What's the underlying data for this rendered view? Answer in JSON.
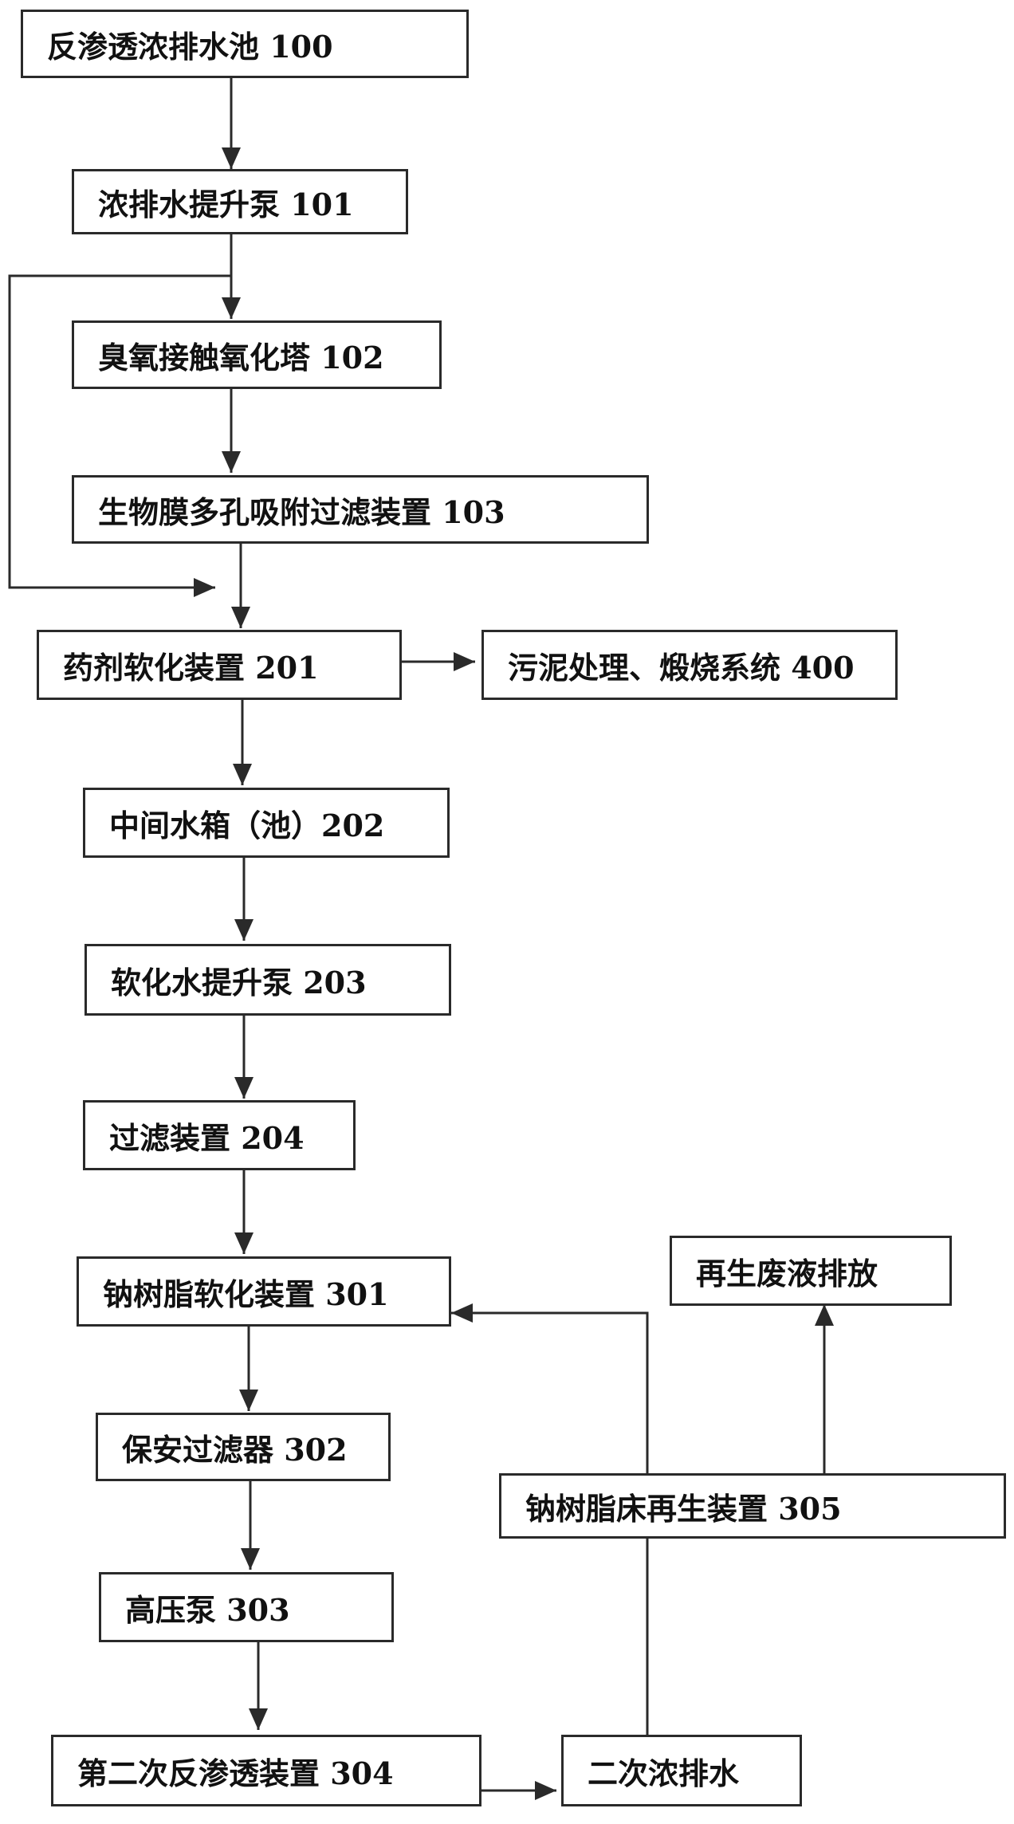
{
  "line_color": "#2a2a2a",
  "nodes": {
    "n100": "反渗透浓排水池 100",
    "n101": "浓排水提升泵 101",
    "n102": "臭氧接触氧化塔 102",
    "n103": "生物膜多孔吸附过滤装置 103",
    "n201": "药剂软化装置 201",
    "n400": "污泥处理、煅烧系统 400",
    "n202": "中间水箱（池）202",
    "n203": "软化水提升泵 203",
    "n204": "过滤装置 204",
    "n301": "钠树脂软化装置 301",
    "n_regen_waste": "再生废液排放",
    "n302": "保安过滤器 302",
    "n305": "钠树脂床再生装置 305",
    "n303": "高压泵 303",
    "n304": "第二次反渗透装置 304",
    "n_secondary_brine": "二次浓排水"
  }
}
